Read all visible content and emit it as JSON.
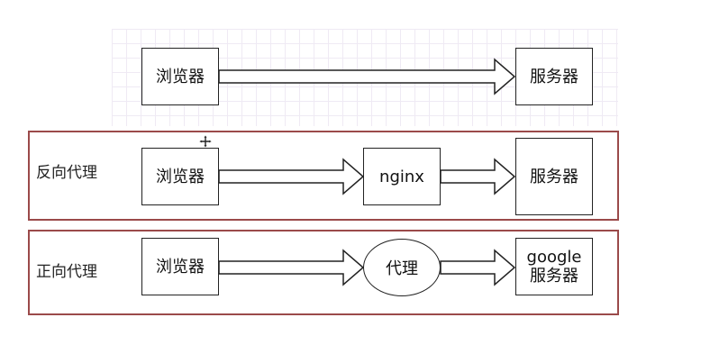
{
  "rows": [
    {
      "label": "",
      "nodes": [
        {
          "text": "浏览器",
          "shape": "box"
        },
        {
          "text": "服务器",
          "shape": "box"
        }
      ]
    },
    {
      "label": "反向代理",
      "nodes": [
        {
          "text": "浏览器",
          "shape": "box"
        },
        {
          "text": "nginx",
          "shape": "box"
        },
        {
          "text": "服务器",
          "shape": "box"
        }
      ]
    },
    {
      "label": "正向代理",
      "nodes": [
        {
          "text": "浏览器",
          "shape": "box"
        },
        {
          "text": "代理",
          "shape": "ellipse"
        },
        {
          "text": "google\n服务器",
          "shape": "box"
        }
      ]
    }
  ],
  "colors": {
    "frame": "#9b4a4a",
    "stroke": "#222222",
    "grid": "#efeaf4"
  },
  "icons": {
    "cursor": "move-cursor-icon"
  }
}
